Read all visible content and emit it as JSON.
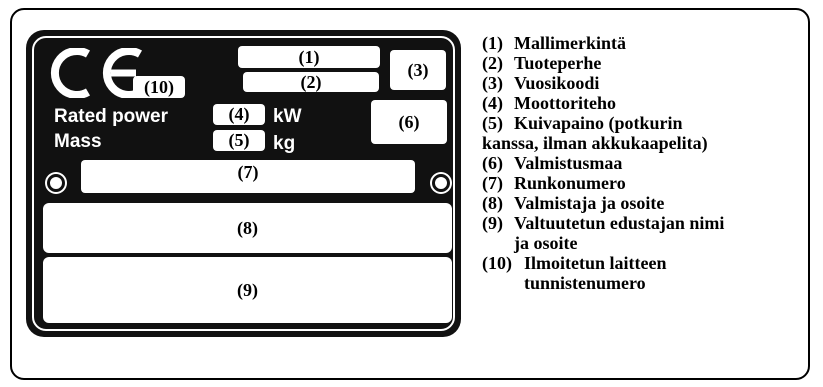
{
  "plate": {
    "ce_mark": "CE",
    "fields": {
      "f1": "(1)",
      "f2": "(2)",
      "f3": "(3)",
      "f4": "(4)",
      "f5": "(5)",
      "f6": "(6)",
      "f7": "(7)",
      "f8": "(8)",
      "f9": "(9)",
      "f10": "(10)"
    },
    "rated_power_label": "Rated power",
    "mass_label": "Mass",
    "kw_unit": "kW",
    "kg_unit": "kg"
  },
  "legend": {
    "items": [
      {
        "num": "(1)",
        "line1": "Mallimerkintä",
        "line2": ""
      },
      {
        "num": "(2)",
        "line1": "Tuoteperhe",
        "line2": ""
      },
      {
        "num": "(3)",
        "line1": "Vuosikoodi",
        "line2": ""
      },
      {
        "num": "(4)",
        "line1": "Moottoriteho",
        "line2": ""
      },
      {
        "num": "(5)",
        "line1": "Kuivapaino (potkurin",
        "line2": "kanssa, ilman akkukaapelita)"
      },
      {
        "num": "(6)",
        "line1": "Valmistusmaa",
        "line2": ""
      },
      {
        "num": "(7)",
        "line1": "Runkonumero",
        "line2": ""
      },
      {
        "num": "(8)",
        "line1": "Valmistaja ja osoite",
        "line2": ""
      },
      {
        "num": "(9)",
        "line1": "Valtuutetun edustajan nimi",
        "line2": "ja osoite"
      },
      {
        "num": "(10)",
        "line1": "Ilmoitetun laitteen",
        "line2": "tunnistenumero"
      }
    ]
  },
  "colors": {
    "plate": "#111111",
    "field": "#ffffff",
    "text": "#000000"
  }
}
